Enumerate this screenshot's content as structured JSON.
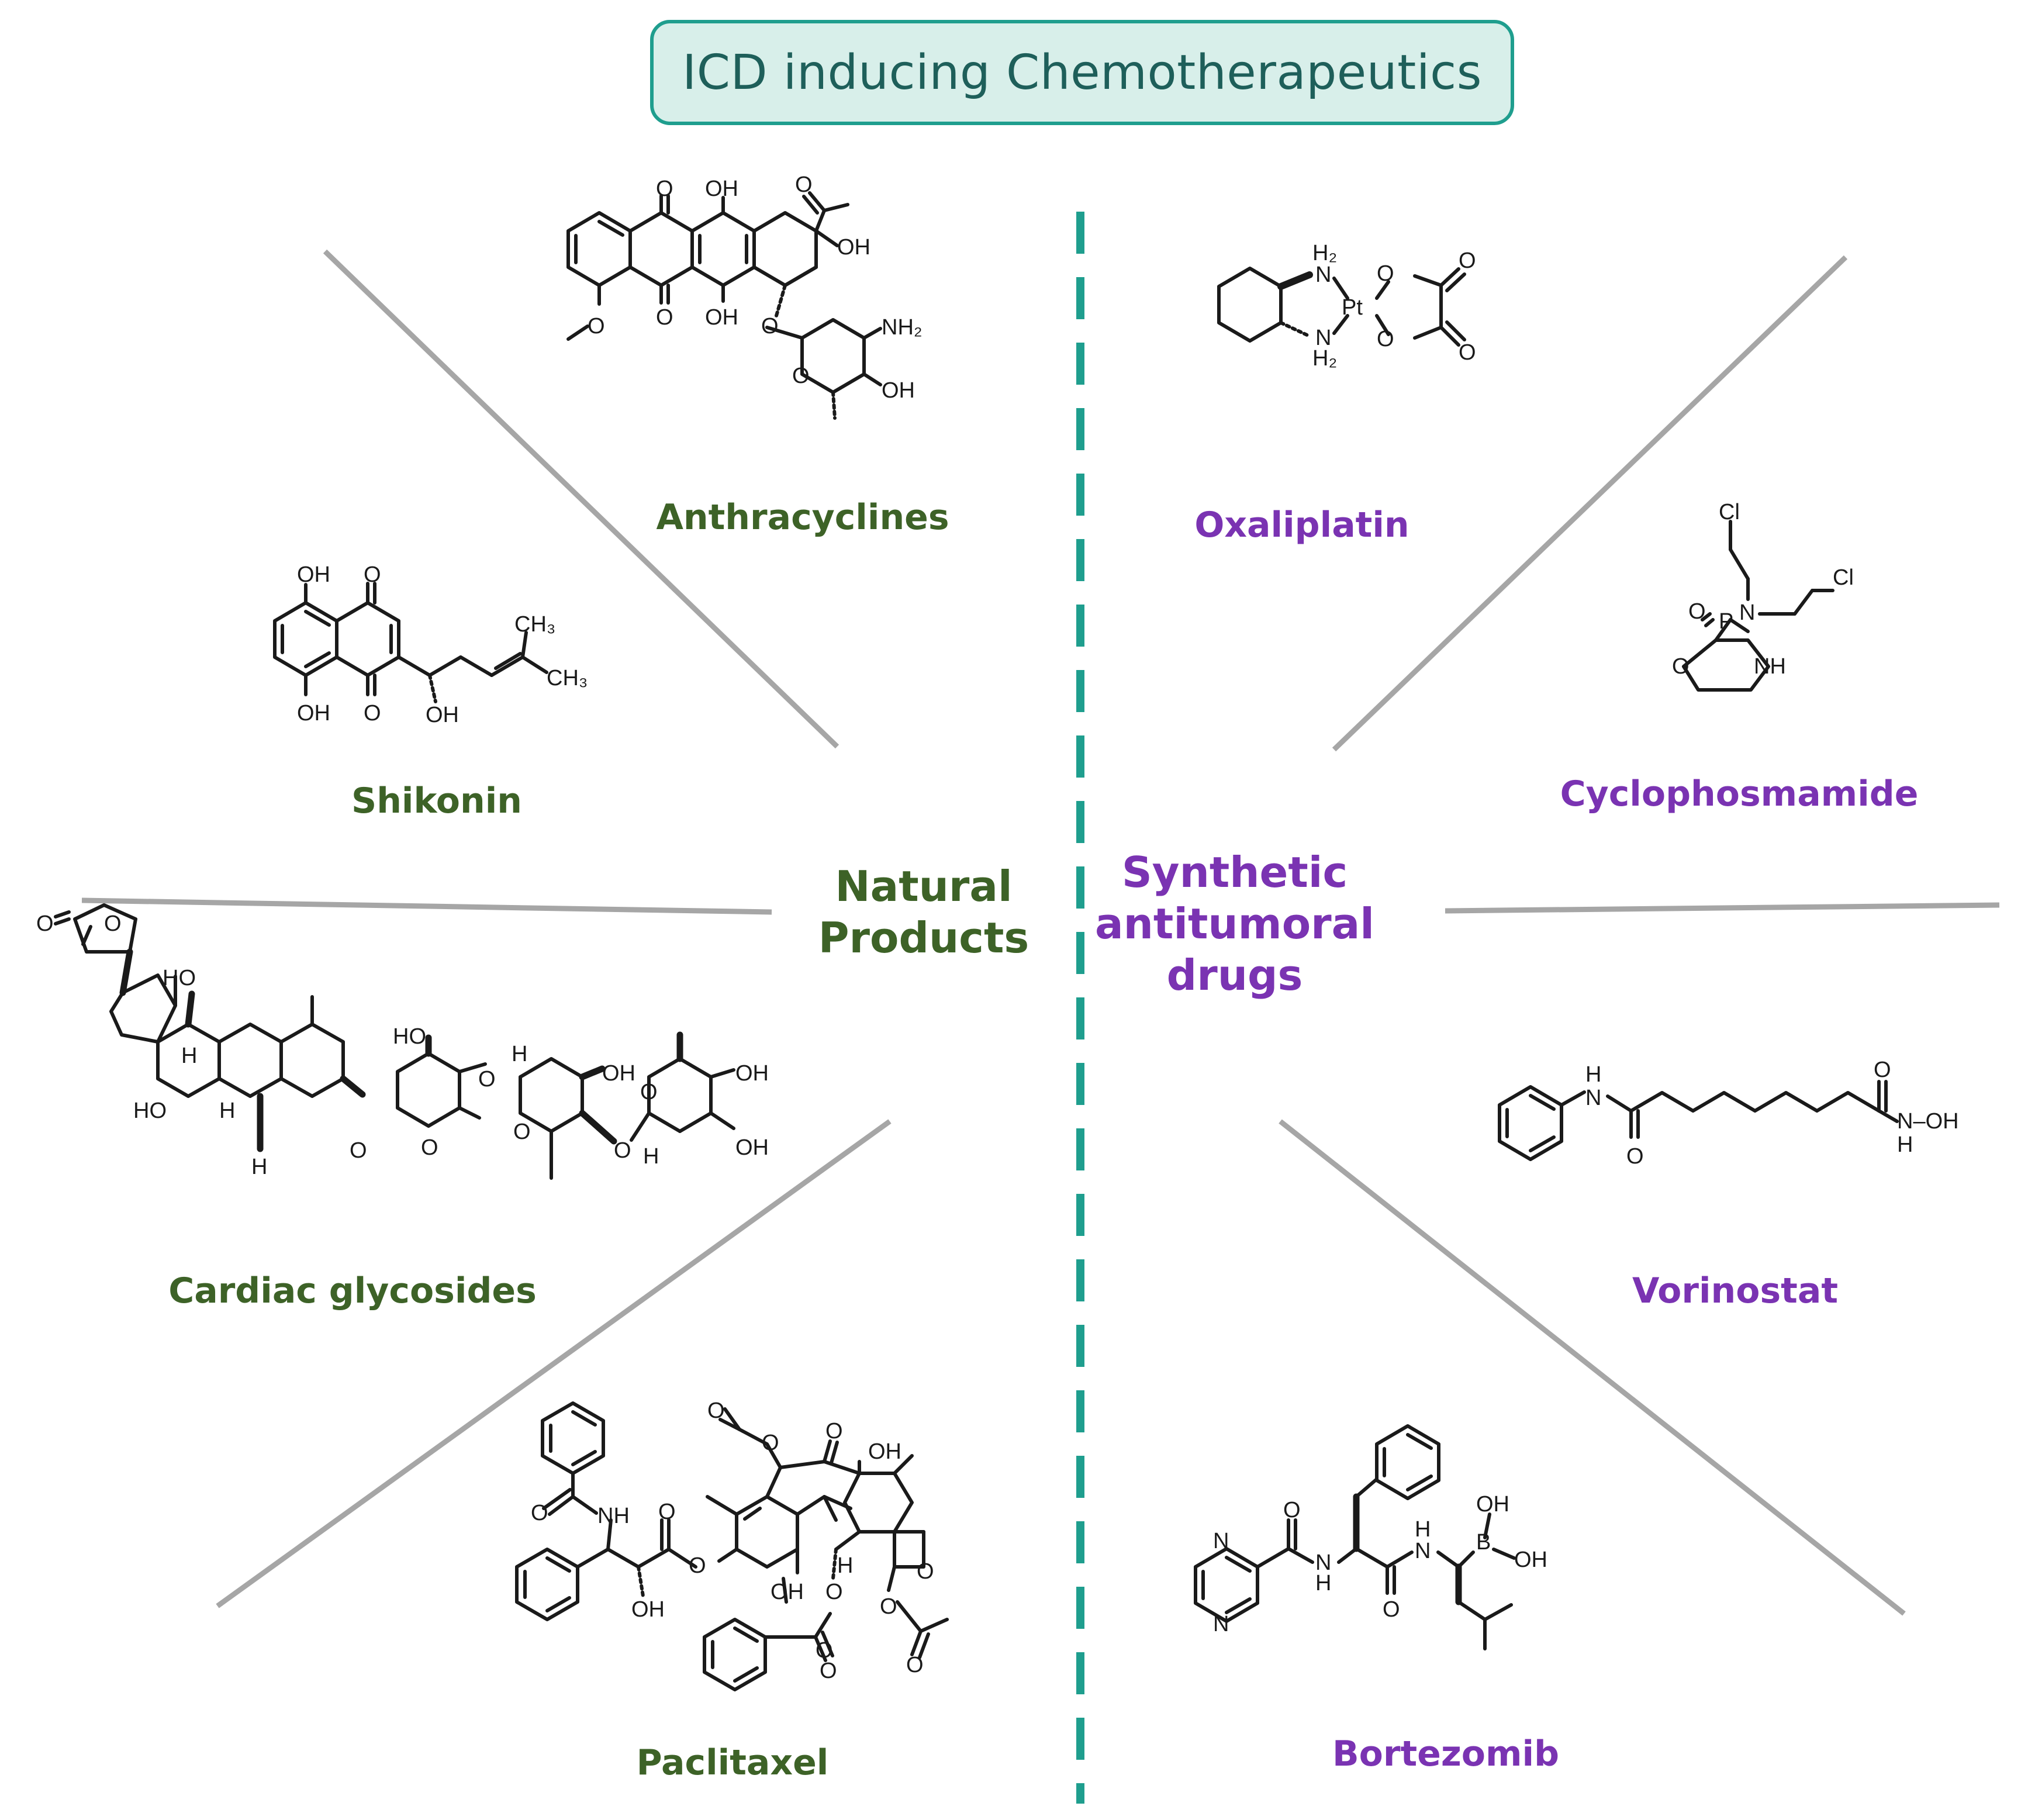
{
  "title": "ICD inducing Chemotherapeutics",
  "colors": {
    "title_fill": "#d8efea",
    "title_border": "#1f9e8e",
    "title_text": "#1e5f5a",
    "divider": "#1f9e8e",
    "spokes": "#a6a6a6",
    "natural": "#3d6227",
    "synthetic": "#7a33b2"
  },
  "natural_products": {
    "heading": [
      "Natural",
      "Products"
    ],
    "drugs": {
      "anthracyclines": "Anthracyclines",
      "shikonin": "Shikonin",
      "cardiac_glycosides": "Cardiac glycosides",
      "paclitaxel": "Paclitaxel"
    }
  },
  "synthetic_drugs": {
    "heading": [
      "Synthetic",
      "antitumoral",
      "drugs"
    ],
    "drugs": {
      "oxaliplatin": "Oxaliplatin",
      "cyclophosmamide": "Cyclophosmamide",
      "vorinostat": "Vorinostat",
      "bortezomib": "Bortezomib"
    }
  },
  "atoms": {
    "O": "O",
    "OH": "OH",
    "HO": "HO",
    "NH2": "NH₂",
    "H2": "H₂",
    "N": "N",
    "NH": "NH",
    "H": "H",
    "Pt": "Pt",
    "Cl": "Cl",
    "P": "P",
    "B": "B",
    "CH3": "CH₃",
    "NOH": "N–OH"
  }
}
